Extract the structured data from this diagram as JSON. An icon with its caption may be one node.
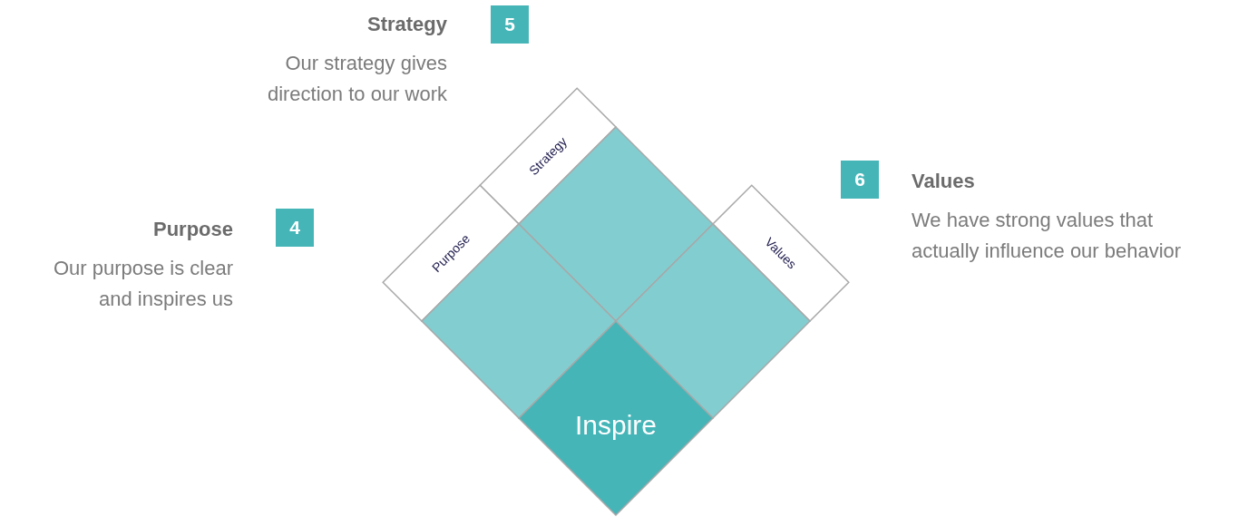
{
  "diagram": {
    "nodes": [
      {
        "text": [
          "5"
        ]
      },
      {
        "text": [
          "Strategy"
        ]
      },
      {
        "text": [],
        "shape": "diamond"
      },
      {
        "text": [
          "6"
        ]
      },
      {
        "text": [
          "4"
        ]
      },
      {
        "text": [
          "Purpose"
        ]
      },
      {
        "text": [
          "Values"
        ]
      },
      {
        "text": [],
        "shape": "diamond"
      },
      {
        "text": [],
        "shape": "diamond"
      },
      {
        "text": [
          "Inspire"
        ]
      }
    ],
    "edges": [],
    "labels": [
      "Strategy",
      "Our strategy gives direction to our work",
      "Values",
      "We have strong values that actually influence our behavior",
      "Purpose",
      "Our purpose is clear and inspires us"
    ]
  }
}
